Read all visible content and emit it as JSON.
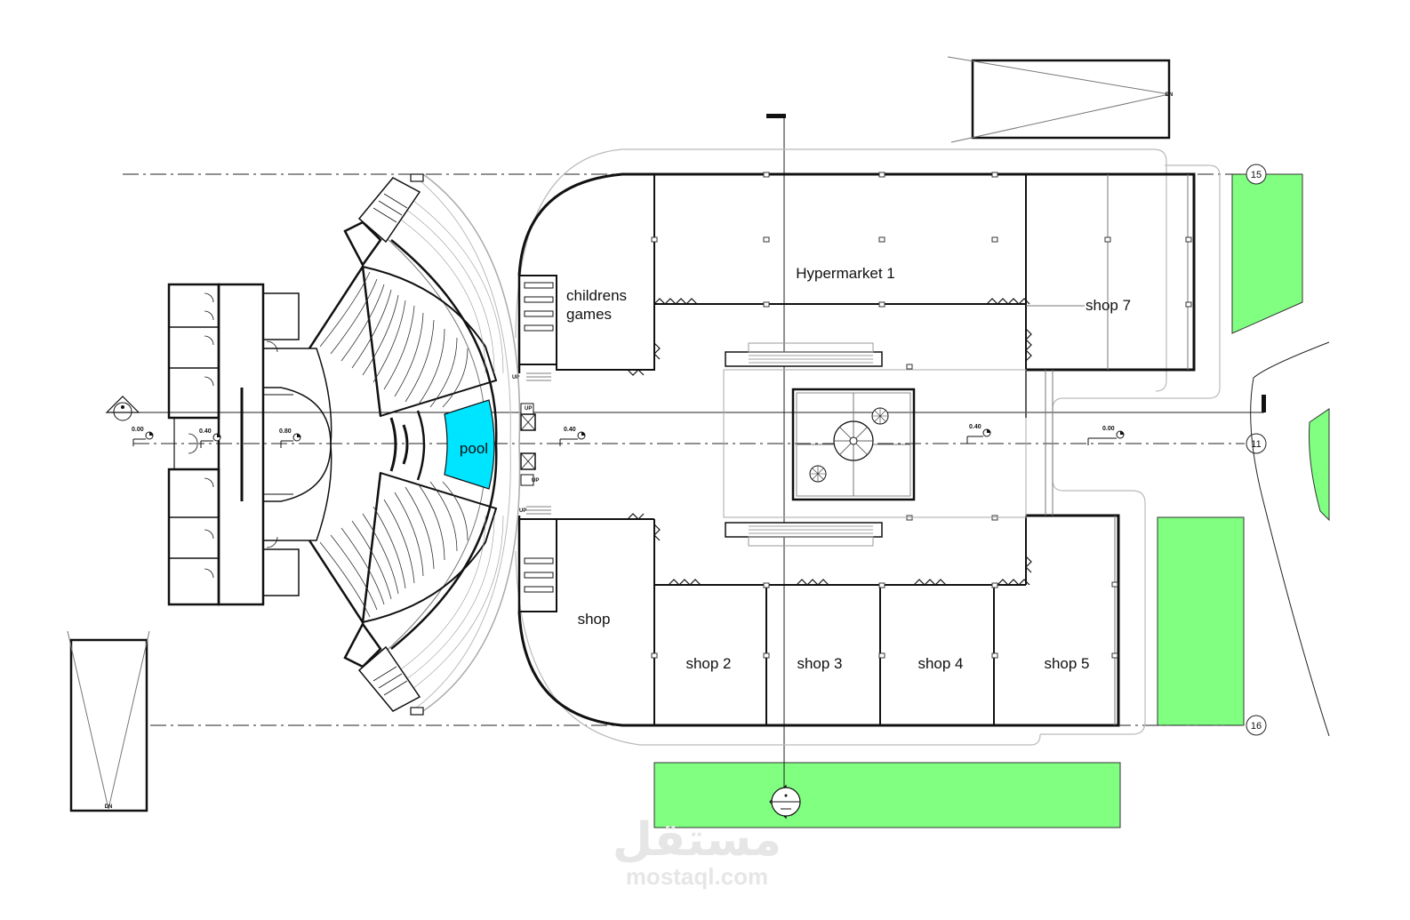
{
  "rooms": {
    "hypermarket": "Hypermarket 1",
    "childrens_line1": "childrens",
    "childrens_line2": "games",
    "shop7": "shop 7",
    "pool": "pool",
    "shop": "shop",
    "shop2": "shop 2",
    "shop3": "shop 3",
    "shop4": "shop 4",
    "shop5": "shop 5"
  },
  "levels": [
    "0.00",
    "0.40",
    "0.80",
    "0.40",
    "0.40",
    "0.00"
  ],
  "grid_axes": [
    "15",
    "11",
    "16"
  ],
  "stair_marks": {
    "up": "UP",
    "down": "DN"
  },
  "watermark": {
    "arabic": "مستقل",
    "latin": "mostaql.com"
  },
  "colors": {
    "landscape": "#80ff80",
    "pool": "#00e5ff",
    "wall": "#111111"
  }
}
